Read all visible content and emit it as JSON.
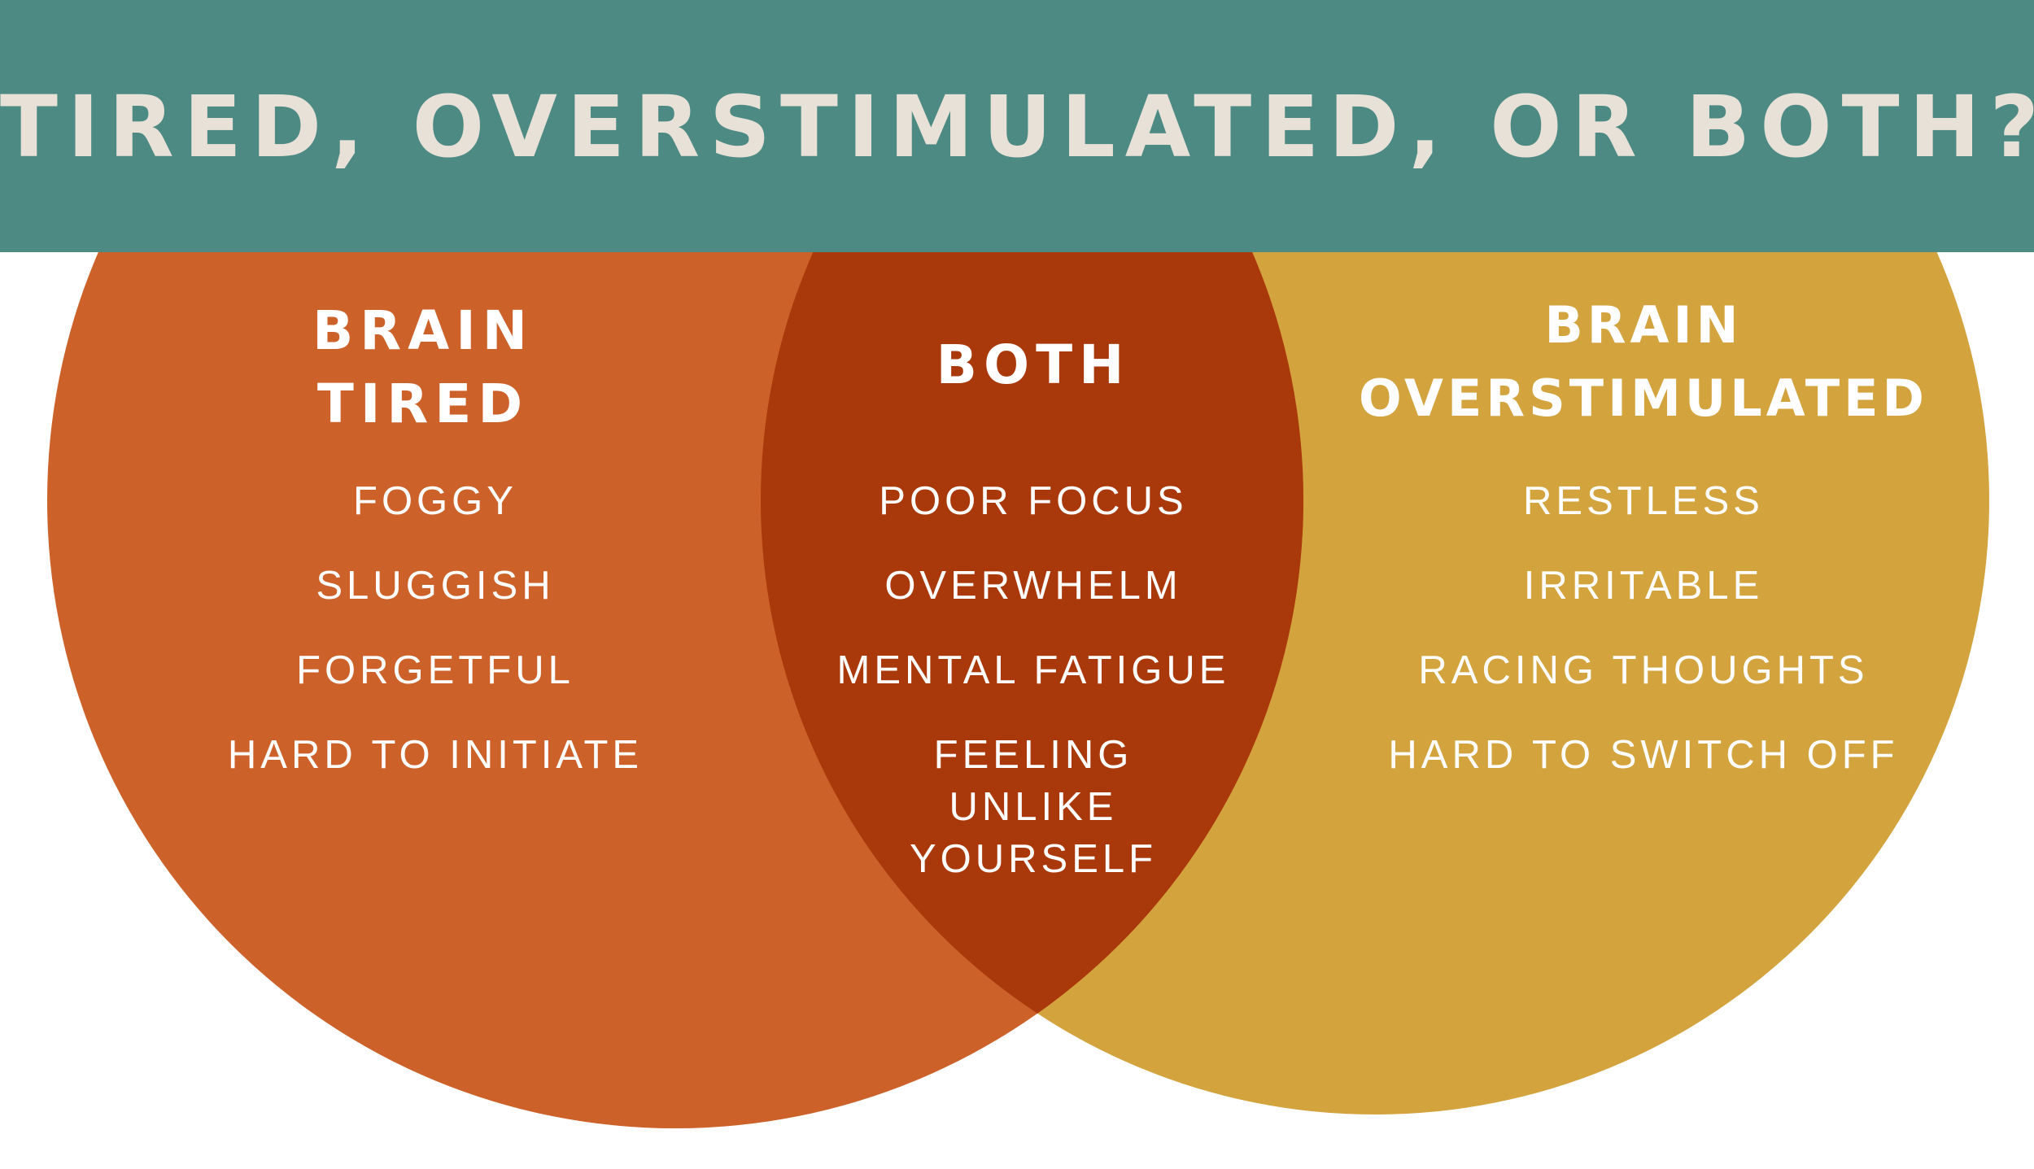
{
  "title": "TIRED, OVERSTIMULATED, OR BOTH?",
  "colors": {
    "banner": "#4d8a83",
    "title_text": "#e8e1d8",
    "left_circle": "#cc6129",
    "right_circle": "#d3a33e",
    "overlap": "#a9390b",
    "text": "#ffffff"
  },
  "left": {
    "heading_line1": "BRAIN",
    "heading_line2": "TIRED",
    "items": [
      "FOGGY",
      "SLUGGISH",
      "FORGETFUL",
      "HARD TO INITIATE"
    ]
  },
  "both": {
    "heading": "BOTH",
    "items": [
      "POOR FOCUS",
      "OVERWHELM",
      "MENTAL FATIGUE",
      "FEELING\nUNLIKE\nYOURSELF"
    ]
  },
  "right": {
    "heading_line1": "BRAIN",
    "heading_line2": "OVERSTIMULATED",
    "items": [
      "RESTLESS",
      "IRRITABLE",
      "RACING THOUGHTS",
      "HARD TO SWITCH OFF"
    ]
  }
}
